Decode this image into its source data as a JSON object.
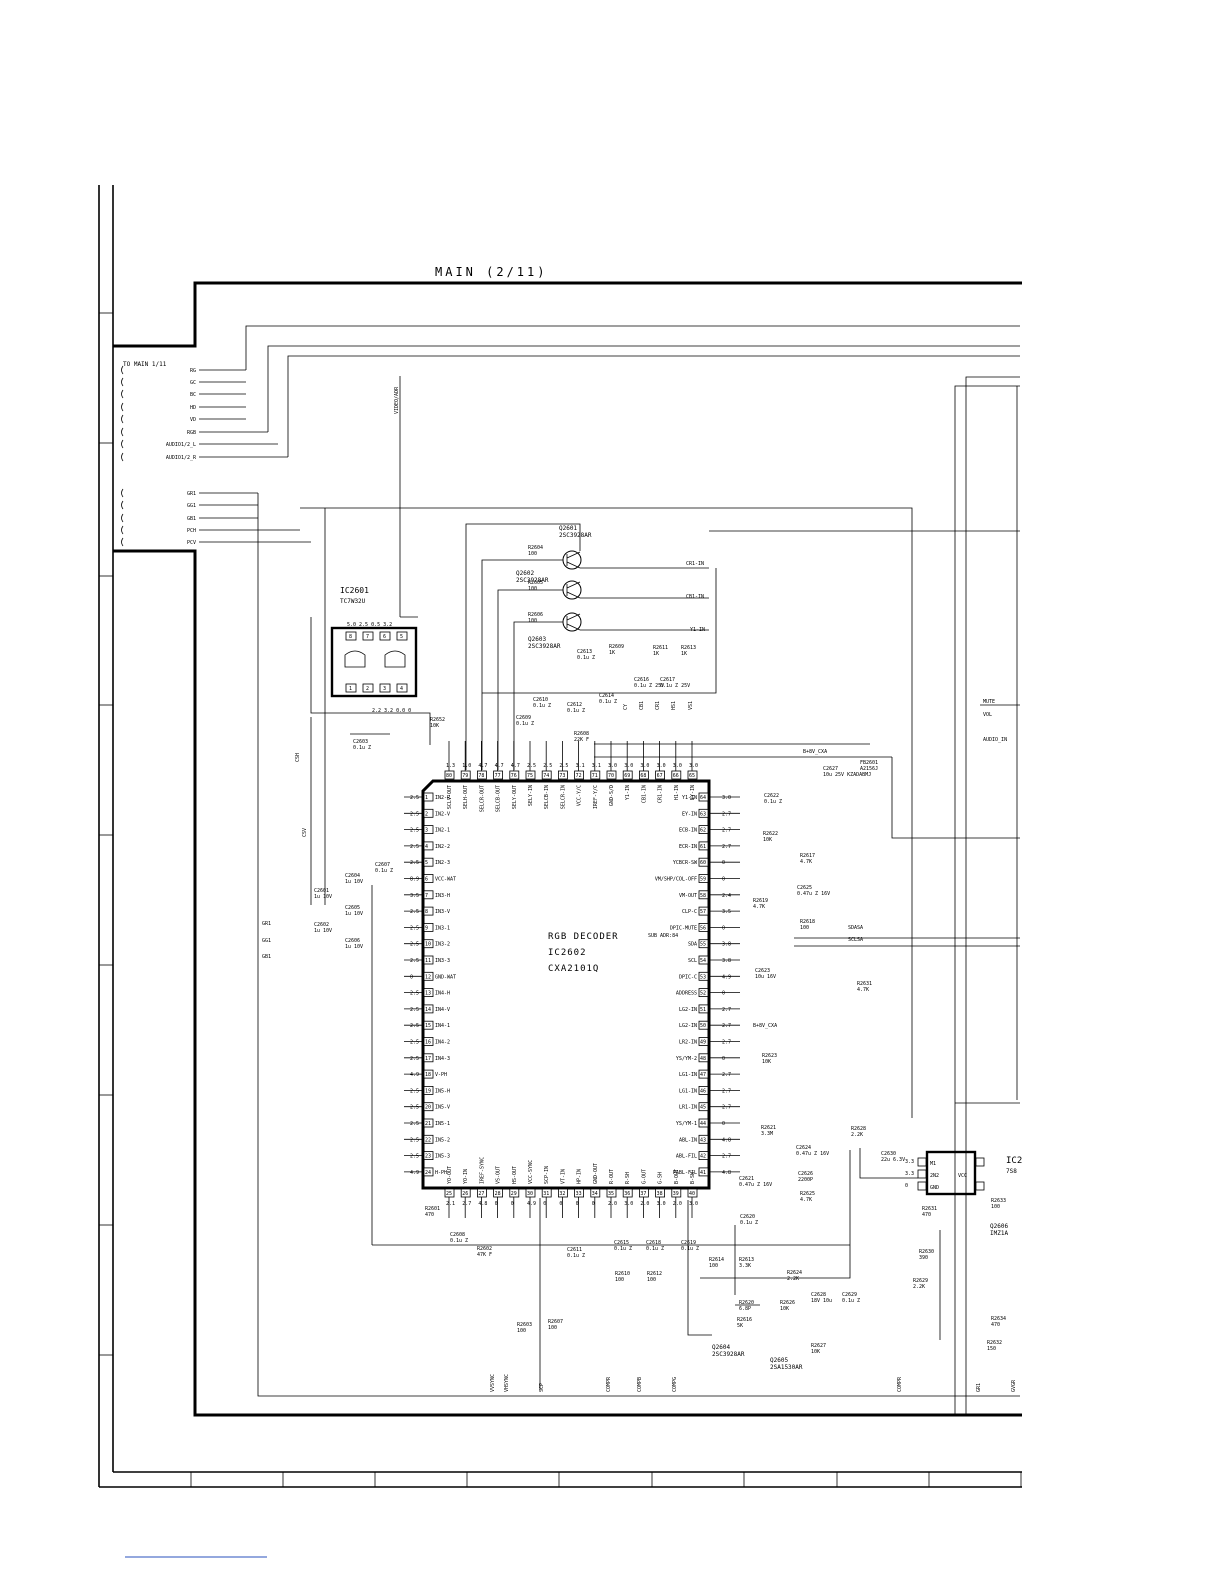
{
  "sheet": {
    "title": "MAIN (2/11)",
    "to_main_label": "TO MAIN 1/11",
    "vertical_labels": {
      "video_adr": "VIDEO/ADR",
      "csh": "CSH",
      "csv": "CSV"
    },
    "connectors_top": [
      "RG",
      "GC",
      "BC",
      "HD",
      "VD",
      "RGB",
      "AUDIO1/2_L",
      "AUDIO1/2_R"
    ],
    "connectors_bottom": [
      "GR1",
      "GG1",
      "GB1",
      "PCH",
      "PCV"
    ],
    "left_inputs": [
      "GR1",
      "GG1",
      "GB1"
    ],
    "right_signals": [
      "MUTE",
      "VOL",
      "AUDIO_IN"
    ],
    "bus_nets": {
      "sda": "SDASA",
      "scl": "SCLSA",
      "b8v_1": "B+8V_CXA",
      "b8v_2": "B+8V_CXA"
    },
    "bottom_nets": [
      "VVSYNC",
      "VHSYNC",
      "SCP",
      "COMPR",
      "COMPB",
      "COMPG",
      "COMPR",
      "GR1",
      "GVGR"
    ]
  },
  "ic2602": {
    "title": "RGB DECODER",
    "ref": "IC2602",
    "part": "CXA2101Q",
    "sub_adr": "SUB ADR:84",
    "left_pins": [
      {
        "n": "1",
        "v": "2.5",
        "l": "IN2-R"
      },
      {
        "n": "2",
        "v": "2.5",
        "l": "IN2-V"
      },
      {
        "n": "3",
        "v": "2.5",
        "l": "IN2-1"
      },
      {
        "n": "4",
        "v": "2.5",
        "l": "IN2-2"
      },
      {
        "n": "5",
        "v": "2.5",
        "l": "IN2-3"
      },
      {
        "n": "6",
        "v": "8.9",
        "l": "VCC-WAT"
      },
      {
        "n": "7",
        "v": "3.5",
        "l": "IN3-H"
      },
      {
        "n": "8",
        "v": "2.5",
        "l": "IN3-V"
      },
      {
        "n": "9",
        "v": "2.5",
        "l": "IN3-1"
      },
      {
        "n": "10",
        "v": "2.5",
        "l": "IN3-2"
      },
      {
        "n": "11",
        "v": "2.5",
        "l": "IN3-3"
      },
      {
        "n": "12",
        "v": "0",
        "l": "GND-WAT"
      },
      {
        "n": "13",
        "v": "2.5",
        "l": "IN4-H"
      },
      {
        "n": "14",
        "v": "2.5",
        "l": "IN4-V"
      },
      {
        "n": "15",
        "v": "2.5",
        "l": "IN4-1"
      },
      {
        "n": "16",
        "v": "2.5",
        "l": "IN4-2"
      },
      {
        "n": "17",
        "v": "2.5",
        "l": "IN4-3"
      },
      {
        "n": "18",
        "v": "4.9",
        "l": "V-PH"
      },
      {
        "n": "19",
        "v": "2.5",
        "l": "IN5-H"
      },
      {
        "n": "20",
        "v": "2.5",
        "l": "IN5-V"
      },
      {
        "n": "21",
        "v": "2.5",
        "l": "IN5-1"
      },
      {
        "n": "22",
        "v": "2.5",
        "l": "IN5-2"
      },
      {
        "n": "23",
        "v": "2.5",
        "l": "IN5-3"
      },
      {
        "n": "24",
        "v": "4.9",
        "l": "H-PH"
      }
    ],
    "bottom_pins": [
      {
        "n": "25",
        "v": "2.1",
        "l": "YO-OUT"
      },
      {
        "n": "26",
        "v": "2.7",
        "l": "YO-IN"
      },
      {
        "n": "27",
        "v": "4.8",
        "l": "IREF-SYNC"
      },
      {
        "n": "28",
        "v": "0",
        "l": "VS-OUT"
      },
      {
        "n": "29",
        "v": "0",
        "l": "HS-OUT"
      },
      {
        "n": "30",
        "v": "4.9",
        "l": "VCC-SYNC"
      },
      {
        "n": "31",
        "v": "0",
        "l": "SCP-IN"
      },
      {
        "n": "32",
        "v": "0",
        "l": "VT-IN"
      },
      {
        "n": "33",
        "v": "0",
        "l": "HP-IN"
      },
      {
        "n": "34",
        "v": "0",
        "l": "GND-OUT"
      },
      {
        "n": "35",
        "v": "2.0",
        "l": "R-OUT"
      },
      {
        "n": "36",
        "v": "3.0",
        "l": "R-SH"
      },
      {
        "n": "37",
        "v": "2.0",
        "l": "G-OUT"
      },
      {
        "n": "38",
        "v": "3.0",
        "l": "G-SH"
      },
      {
        "n": "39",
        "v": "2.0",
        "l": "B-OUT"
      },
      {
        "n": "40",
        "v": "3.0",
        "l": "B-SH"
      }
    ],
    "right_pins": [
      {
        "n": "64",
        "v": "3.0",
        "l": "Y1-IN"
      },
      {
        "n": "63",
        "v": "2.7",
        "l": "EY-IN"
      },
      {
        "n": "62",
        "v": "2.7",
        "l": "ECB-IN"
      },
      {
        "n": "61",
        "v": "2.7",
        "l": "ECR-IN"
      },
      {
        "n": "60",
        "v": "0",
        "l": "YCBCR-SW"
      },
      {
        "n": "59",
        "v": "0",
        "l": "VM/SHP/COL-OFF"
      },
      {
        "n": "58",
        "v": "2.4",
        "l": "VM-OUT"
      },
      {
        "n": "57",
        "v": "3.5",
        "l": "CLP-C"
      },
      {
        "n": "56",
        "v": "0",
        "l": "DPIC-MUTE"
      },
      {
        "n": "55",
        "v": "3.8",
        "l": "SDA"
      },
      {
        "n": "54",
        "v": "3.8",
        "l": "SCL"
      },
      {
        "n": "53",
        "v": "4.9",
        "l": "DPIC-C"
      },
      {
        "n": "52",
        "v": "0",
        "l": "ADDRESS"
      },
      {
        "n": "51",
        "v": "2.7",
        "l": "LG2-IN"
      },
      {
        "n": "50",
        "v": "2.7",
        "l": "LG2-IN"
      },
      {
        "n": "49",
        "v": "2.7",
        "l": "LR2-IN"
      },
      {
        "n": "48",
        "v": "0",
        "l": "YS/YM-2"
      },
      {
        "n": "47",
        "v": "2.7",
        "l": "LG1-IN"
      },
      {
        "n": "46",
        "v": "2.7",
        "l": "LG1-IN"
      },
      {
        "n": "45",
        "v": "2.7",
        "l": "LR1-IN"
      },
      {
        "n": "44",
        "v": "0",
        "l": "YS/YM-1"
      },
      {
        "n": "43",
        "v": "4.8",
        "l": "ABL-IN"
      },
      {
        "n": "42",
        "v": "2.7",
        "l": "ABL-FIL"
      },
      {
        "n": "41",
        "v": "4.8",
        "l": "PABL-FIL"
      }
    ],
    "top_pins": [
      {
        "n": "80",
        "v": "1.3",
        "l": "SCLV-OUT"
      },
      {
        "n": "79",
        "v": "1.0",
        "l": "SELH-OUT"
      },
      {
        "n": "78",
        "v": "4.7",
        "l": "SELCR-OUT"
      },
      {
        "n": "77",
        "v": "4.7",
        "l": "SELCB-OUT"
      },
      {
        "n": "76",
        "v": "4.7",
        "l": "SELY-OUT"
      },
      {
        "n": "75",
        "v": "2.5",
        "l": "SELY-IN"
      },
      {
        "n": "74",
        "v": "2.5",
        "l": "SELCB-IN"
      },
      {
        "n": "73",
        "v": "2.5",
        "l": "SELCR-IN"
      },
      {
        "n": "72",
        "v": "3.1",
        "l": "VCC-Y/C"
      },
      {
        "n": "71",
        "v": "3.1",
        "l": "IREF-Y/C"
      },
      {
        "n": "70",
        "v": "3.0",
        "l": "GND-S/D"
      },
      {
        "n": "69",
        "v": "3.0",
        "l": "Y1-IN"
      },
      {
        "n": "68",
        "v": "3.0",
        "l": "CB1-IN"
      },
      {
        "n": "67",
        "v": "3.0",
        "l": "CR1-IN"
      },
      {
        "n": "66",
        "v": "3.0",
        "l": "H1-IN"
      },
      {
        "n": "65",
        "v": "3.0",
        "l": "EY-IN"
      }
    ]
  },
  "ic2601": {
    "ref": "IC2601",
    "part": "TC7W32U",
    "top_pins": [
      "8",
      "7",
      "6",
      "5"
    ],
    "bottom_pins": [
      "1",
      "2",
      "3",
      "4"
    ],
    "top_volts": "5.0 2.5 0.5 3.2",
    "bottom_volts": "2.2 3.2 0.0 0"
  },
  "transistors": [
    {
      "ref": "Q2601",
      "part": "2SC3928AR"
    },
    {
      "ref": "Q2602",
      "part": "2SC3928AR"
    },
    {
      "ref": "Q2603",
      "part": "2SC3928AR"
    },
    {
      "ref": "Q2604",
      "part": "2SC3928AR"
    },
    {
      "ref": "Q2605",
      "part": "2SA1530AR"
    },
    {
      "ref": "Q2606",
      "part": "IMZ1A"
    }
  ],
  "top_signals": [
    "CR1-IN",
    "CB1-IN",
    "Y1-IN"
  ],
  "col_labels": [
    "CY",
    "CB1",
    "CR1",
    "HS1",
    "VS1"
  ],
  "components": [
    {
      "ref": "R2604",
      "val": "100"
    },
    {
      "ref": "R2605",
      "val": "100"
    },
    {
      "ref": "R2606",
      "val": "100"
    },
    {
      "ref": "C2613",
      "val": "0.1u Z"
    },
    {
      "ref": "R2609",
      "val": "1K"
    },
    {
      "ref": "R2611",
      "val": "1K"
    },
    {
      "ref": "R2613",
      "val": "1K"
    },
    {
      "ref": "C2616",
      "val": "0.1u Z 25V"
    },
    {
      "ref": "C2617",
      "val": "0.1u Z 25V"
    },
    {
      "ref": "C2614",
      "val": "0.1u Z"
    },
    {
      "ref": "C2610",
      "val": "0.1u Z"
    },
    {
      "ref": "C2612",
      "val": "0.1u Z"
    },
    {
      "ref": "C2609",
      "val": "0.1u Z"
    },
    {
      "ref": "R2608",
      "val": "22K F"
    },
    {
      "ref": "R2652",
      "val": "10K"
    },
    {
      "ref": "C2603",
      "val": "0.1u Z"
    },
    {
      "ref": "C2627",
      "val": "10u 25V KZADABMJ"
    },
    {
      "ref": "FB2601",
      "val": "A2156J"
    },
    {
      "ref": "C2622",
      "val": "0.1u Z"
    },
    {
      "ref": "R2622",
      "val": "10K"
    },
    {
      "ref": "R2617",
      "val": "4.7K"
    },
    {
      "ref": "C2625",
      "val": "0.47u Z 16V"
    },
    {
      "ref": "R2619",
      "val": "4.7K"
    },
    {
      "ref": "R2618",
      "val": "100"
    },
    {
      "ref": "C2623",
      "val": "10u 16V"
    },
    {
      "ref": "R2631",
      "val": "4.7K"
    },
    {
      "ref": "R2623",
      "val": "10K"
    },
    {
      "ref": "R2621",
      "val": "3.3M"
    },
    {
      "ref": "C2624",
      "val": "0.47u Z 16V"
    },
    {
      "ref": "C2621",
      "val": "0.47u Z 16V"
    },
    {
      "ref": "C2626",
      "val": "2200P"
    },
    {
      "ref": "R2625",
      "val": "4.7K"
    },
    {
      "ref": "C2604",
      "val": "1u 10V"
    },
    {
      "ref": "C2607",
      "val": "0.1u Z"
    },
    {
      "ref": "C2601",
      "val": "1u 10V"
    },
    {
      "ref": "C2605",
      "val": "1u 10V"
    },
    {
      "ref": "C2602",
      "val": "1u 10V"
    },
    {
      "ref": "C2606",
      "val": "1u 10V"
    },
    {
      "ref": "R2601",
      "val": "470"
    },
    {
      "ref": "C2608",
      "val": "0.1u Z"
    },
    {
      "ref": "R2602",
      "val": "47K F"
    },
    {
      "ref": "C2611",
      "val": "0.1u Z"
    },
    {
      "ref": "R2603",
      "val": "100"
    },
    {
      "ref": "R2607",
      "val": "100"
    },
    {
      "ref": "C2615",
      "val": "0.1u Z"
    },
    {
      "ref": "R2610",
      "val": "100"
    },
    {
      "ref": "C2618",
      "val": "0.1u Z"
    },
    {
      "ref": "R2612",
      "val": "100"
    },
    {
      "ref": "C2619",
      "val": "0.1u Z"
    },
    {
      "ref": "R2614",
      "val": "100"
    },
    {
      "ref": "R2613",
      "val": "3.3K"
    },
    {
      "ref": "C2620",
      "val": "0.1u Z"
    },
    {
      "ref": "R2624",
      "val": "2.2K"
    },
    {
      "ref": "R2620",
      "val": "6.8P"
    },
    {
      "ref": "R2616",
      "val": "5K"
    },
    {
      "ref": "R2626",
      "val": "10K"
    },
    {
      "ref": "C2628",
      "val": "18V 10u"
    },
    {
      "ref": "R2627",
      "val": "10K"
    },
    {
      "ref": "C2629",
      "val": "0.1u Z"
    },
    {
      "ref": "R2628",
      "val": "2.2K"
    },
    {
      "ref": "C2630",
      "val": "22u 6.3V"
    },
    {
      "ref": "R2633",
      "val": "100"
    },
    {
      "ref": "R2631",
      "val": "470"
    },
    {
      "ref": "R2630",
      "val": "390"
    },
    {
      "ref": "R2629",
      "val": "2.2K"
    },
    {
      "ref": "R2634",
      "val": "470"
    },
    {
      "ref": "R2632",
      "val": "150"
    }
  ],
  "ic_right": {
    "ref": "IC2",
    "part": "7S8",
    "pins": [
      "M1",
      "2N2",
      "GND"
    ],
    "vcc": "VCC",
    "volts": [
      "3.3",
      "3.3",
      "0"
    ]
  }
}
